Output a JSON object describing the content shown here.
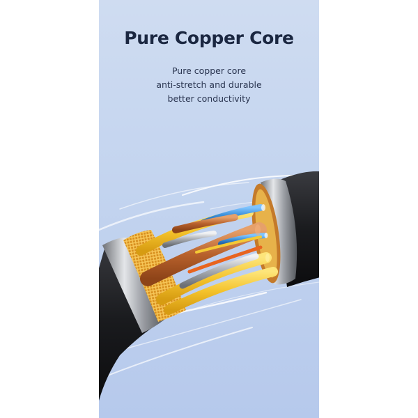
{
  "banner": {
    "title": "Pure Copper Core",
    "features": [
      "Pure copper core",
      "anti-stretch and durable",
      "better conductivity"
    ]
  },
  "colors": {
    "background_top": "#cfdcf1",
    "background_bottom": "#b6c9ec",
    "title_text": "#1b2741",
    "body_text": "#2a3550",
    "cable_jacket": "#1c1d20",
    "copper": "#c8763e",
    "braid": "#e9a92a",
    "yellow_wire": "#f4c935",
    "blue_wire": "#3a8fd9"
  }
}
